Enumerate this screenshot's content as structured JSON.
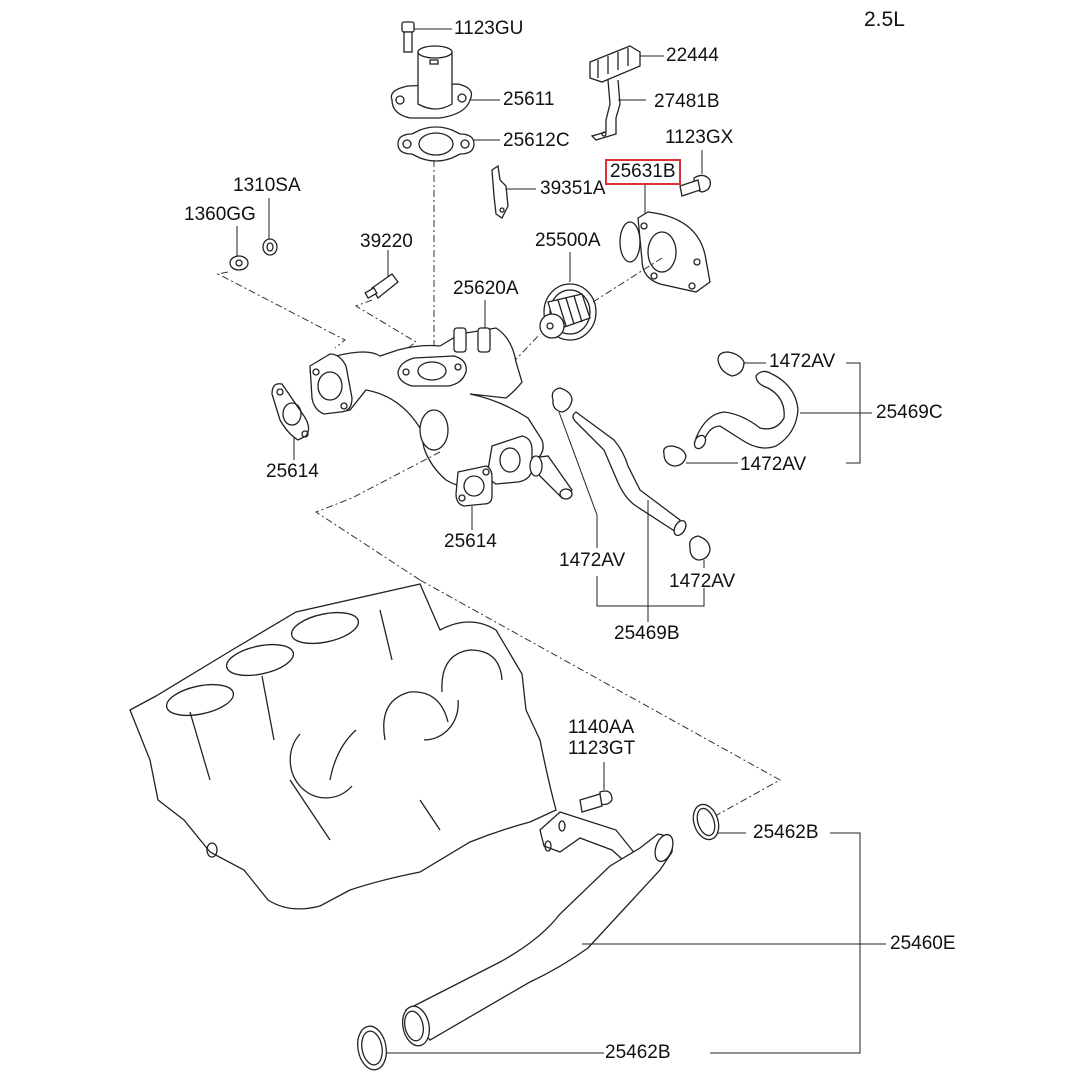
{
  "diagram": {
    "title": "Coolant Pipe & Thermostat Assembly",
    "engine_variant": "2.5L",
    "highlight_color": "#d9303a",
    "highlighted_part": "25631B",
    "labels": {
      "p1123GU": "1123GU",
      "p22444": "22444",
      "p25611": "25611",
      "p27481B": "27481B",
      "p25612C": "25612C",
      "p1123GX": "1123GX",
      "p25631B": "25631B",
      "p39351A": "39351A",
      "p1310SA": "1310SA",
      "p1360GG": "1360GG",
      "p39220": "39220",
      "p25500A": "25500A",
      "p25620A": "25620A",
      "p1472AV_a": "1472AV",
      "p25469C": "25469C",
      "p1472AV_b": "1472AV",
      "p25614_left": "25614",
      "p25614_bottom": "25614",
      "p1472AV_c": "1472AV",
      "p1472AV_d": "1472AV",
      "p25469B": "25469B",
      "p1140AA": "1140AA",
      "p1123GT": "1123GT",
      "p25462B_top": "25462B",
      "p25460E": "25460E",
      "p25462B_bottom": "25462B"
    }
  }
}
